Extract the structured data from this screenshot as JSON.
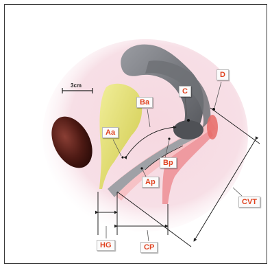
{
  "scale_bar": {
    "label": "3cm"
  },
  "labels": {
    "D": "D",
    "C": "C",
    "Ba": "Ba",
    "Aa": "Aa",
    "Bp": "Bp",
    "Ap": "Ap",
    "CVT": "CVT",
    "HG": "HG",
    "CP": "CP"
  },
  "colors": {
    "label_text": "#e0421f",
    "uterus": "#7d7f84",
    "bladder": "#e8e46a",
    "pubic_bone": "#5a1f18",
    "pelvic_halo": "#f3d3dc",
    "vaginal_wall": "#f2a8a8",
    "measure_line": "#222222"
  }
}
